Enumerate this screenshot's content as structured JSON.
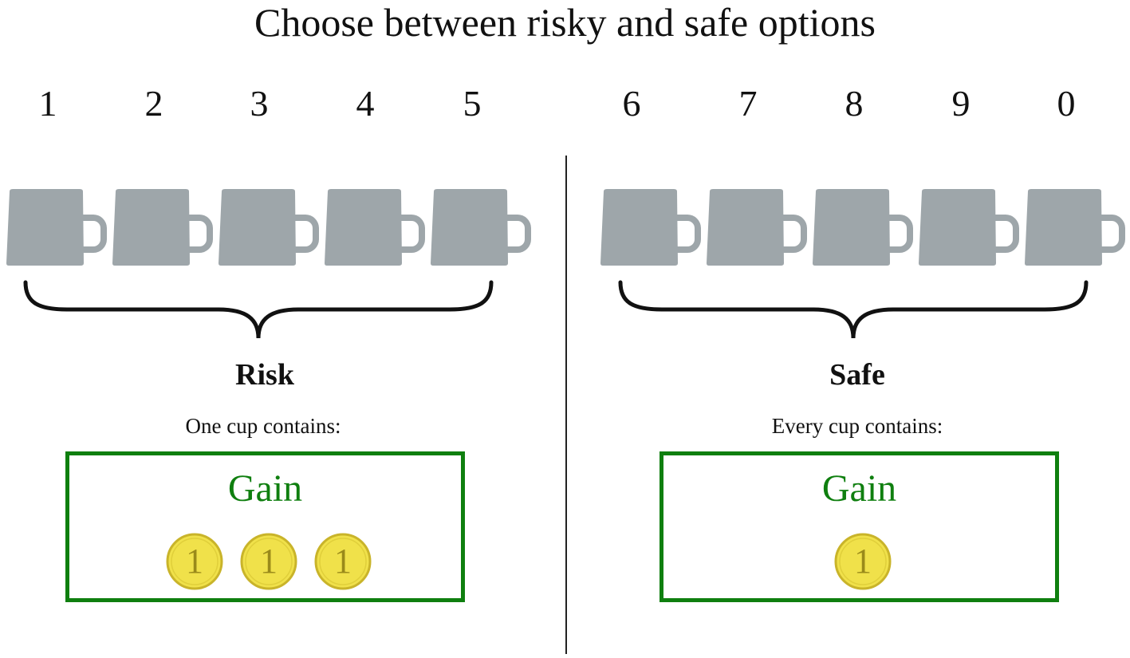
{
  "title": "Choose between risky and safe options",
  "keys": [
    "1",
    "2",
    "3",
    "4",
    "5",
    "6",
    "7",
    "8",
    "9",
    "0"
  ],
  "options": [
    {
      "title": "Risk",
      "description": "One cup contains:",
      "outcome_label": "Gain",
      "coins": [
        "1",
        "1",
        "1"
      ]
    },
    {
      "title": "Safe",
      "description": "Every cup contains:",
      "outcome_label": "Gain",
      "coins": [
        "1"
      ]
    }
  ],
  "colors": {
    "cup": "#9ea6aa",
    "gain": "#0f7f0f",
    "coin_fill": "#f0e14a",
    "coin_edge": "#c9b42a"
  },
  "icons": {
    "cup": "mug-icon",
    "coin": "coin-icon",
    "brace": "curly-brace-icon"
  }
}
